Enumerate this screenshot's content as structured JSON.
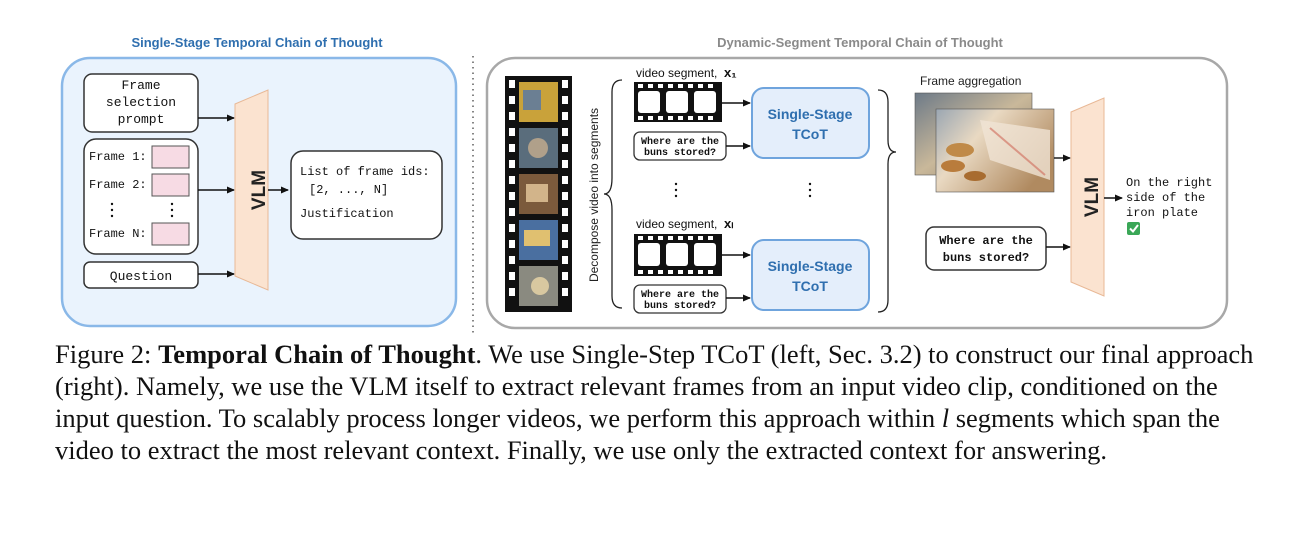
{
  "left_panel": {
    "title": "Single-Stage Temporal Chain of Thought",
    "prompt_box": [
      "Frame",
      "selection",
      "prompt"
    ],
    "frame_labels": [
      "Frame 1:",
      "Frame 2:",
      "Frame N:"
    ],
    "question_box": "Question",
    "vlm_label": "VLM",
    "output_lines": [
      "List of frame ids:",
      "[2, ..., N]",
      "Justification"
    ]
  },
  "right_panel": {
    "title": "Dynamic-Segment Temporal Chain of Thought",
    "decompose_label": "Decompose video into segments",
    "segment_label": "video segment,",
    "segment_var_1": "x₁",
    "segment_var_l": "xₗ",
    "segment_question": [
      "Where are the",
      "buns stored?"
    ],
    "tcot_box": [
      "Single-Stage",
      "TCoT"
    ],
    "aggregation_label": "Frame aggregation",
    "vlm_label": "VLM",
    "final_question": [
      "Where are the",
      "buns stored?"
    ],
    "answer": [
      "On the right",
      "side of the",
      "iron plate"
    ],
    "check_icon": "check-icon"
  },
  "caption": {
    "prefix": "Figure 2: ",
    "bold": "Temporal Chain of Thought",
    "part1": ". We use Single-Step TCoT (left, Sec. 3.2) to construct our final approach (right). Namely, we use the VLM itself to extract relevant frames from an input video clip, conditioned on the input question. To scalably process longer videos, we perform this approach within ",
    "var": "l",
    "part2": " segments which span the video to extract the most relevant context. Finally, we use only the extracted context for answering."
  },
  "colors": {
    "left_bg": "#eaf3fd",
    "left_border": "#8ab8e8",
    "title_blue": "#2f6faf",
    "vlm_fill": "#fbe3d0",
    "frame_fill": "#f7dbe4",
    "tcot_fill": "#e4eefb",
    "tcot_border": "#6fa4dd",
    "tcot_text": "#2f6faf",
    "right_border": "#a8a8a8",
    "check_green": "#3aa757"
  }
}
